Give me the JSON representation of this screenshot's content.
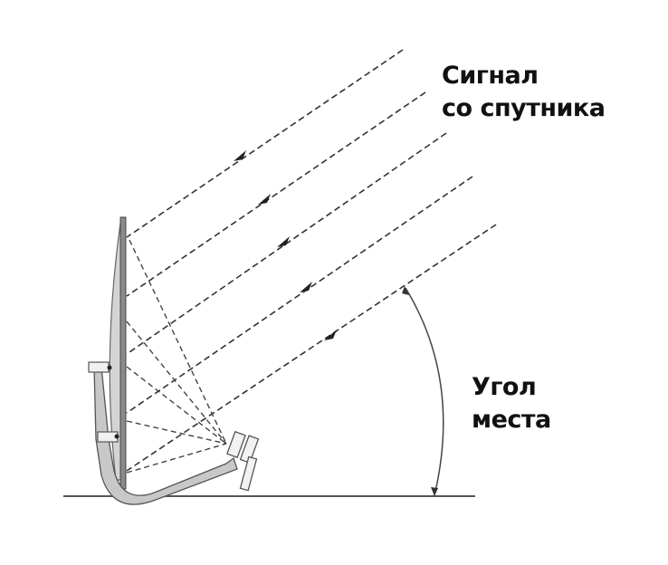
{
  "labels": {
    "signal": {
      "line1": "Сигнал",
      "line2": "со спутника"
    },
    "elevation_angle": {
      "line1": "Угол",
      "line2": "места"
    }
  },
  "diagram": {
    "description": "Satellite dish (offset antenna) receiving parallel signal rays from the satellite; rays reflect to the feed (converter); elevation angle shown between ground and signal direction",
    "signal_ray_count": 5,
    "colors": {
      "line": "#333333",
      "dish_fill": "#c8c8c8",
      "dish_edge": "#555555",
      "ground": "#555555",
      "text": "#111111"
    }
  }
}
